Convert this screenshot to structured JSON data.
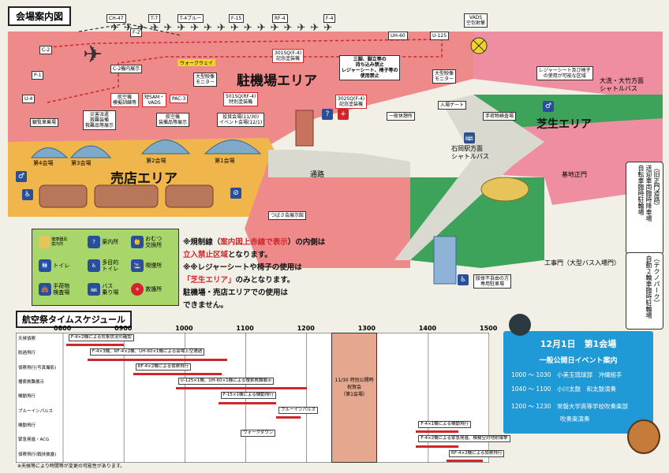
{
  "map": {
    "title": "会場案内図",
    "areas": {
      "apron": "駐機場エリア",
      "shop": "売店エリア",
      "lawn": "芝生エリア",
      "passage": "通路"
    },
    "aircraft": [
      {
        "name": "CH-47"
      },
      {
        "name": "T-7"
      },
      {
        "name": "T-4ブルー"
      },
      {
        "name": "F-15"
      },
      {
        "name": "RF-4"
      },
      {
        "name": "F-4"
      },
      {
        "name": "F-2"
      },
      {
        "name": "UH-60"
      },
      {
        "name": "U-125"
      },
      {
        "name": "C-2"
      },
      {
        "name": "P-1"
      },
      {
        "name": "U-4"
      }
    ],
    "vads": "VADS\n空包射撃",
    "labels": {
      "c2_inside": "C-2機内展示",
      "walkway": "ウォークウェイ",
      "sq501_anniv": "301SQ(F-4)\n記念塗装機",
      "no_entry": "三脚、脚立等の\n持ち込み禁止\nレジャーシート、椅子等の\n使用禁止",
      "monitor1": "大型映像\nモニター",
      "monitor2": "大型映像\nモニター",
      "sq501_special": "501SQ(RF-4)\n特別塗装機",
      "sq302_anniv": "302SQ(F-4)\n記念塗装機",
      "training_moni": "航空機\n模擬訓練等",
      "sam_vads": "短SAM・\nVADS",
      "pac3": "PAC-3",
      "ticket_seat": "投賞会場(11/30)\nイベント会場(12/1)",
      "observe_vehicle": "観覧車乗場",
      "rescue": "災害派遣\n救難装備\n救難品等展示",
      "aircraft_goods": "航空機\n装備品等展示",
      "hall4": "第4会場",
      "hall3": "第3会場",
      "hall2": "第2会場",
      "hall1": "第1会場",
      "gate": "入場ゲート",
      "rest": "一般休憩所",
      "baggage": "手荷物検査場",
      "leisure": "レジャーシート及び椅子\nの使用が可能な区域",
      "shuttle_oarai": "大洗・大竹方面\nシャトルバス",
      "shuttle_ishioka": "石岡駅方面\nシャトルバス",
      "main_gate": "基地正門",
      "tsukuba": "つばさ会展示館",
      "engineering_gate": "工事門（大型バス入場門）",
      "disabled_parking": "肢体不自由の方\n専用駐車場",
      "side_old": "（旧正門道路）\n送迎車両臨時降車場\n自転車臨時駐輪場",
      "side_techno": "（テクノパーク）\n自動２輪車臨時駐輪場"
    },
    "legend": {
      "items": [
        {
          "label": "健康器具\n案内所"
        },
        {
          "label": "案内所"
        },
        {
          "label": "おむつ\n交換所"
        },
        {
          "label": "トイレ"
        },
        {
          "label": "多目的\nトイレ"
        },
        {
          "label": "喫煙所"
        },
        {
          "label": "手荷物\n検査場"
        },
        {
          "label": "バス\n乗り場"
        },
        {
          "label": "救護所"
        }
      ]
    },
    "notes": {
      "line1a": "※規制線（",
      "line1b": "案内図上赤線で表示",
      "line1c": "）の内側は",
      "line2a": "立入禁止区域",
      "line2b": "となります。",
      "line3": "※※レジャーシートや椅子の使用は",
      "line4a": "「芝生エリア」",
      "line4b": "のみとなります。",
      "line5": "駐機場・売店エリアでの使用は",
      "line6": "できません。"
    }
  },
  "schedule": {
    "title": "航空祭タイムスケジュール",
    "hours": [
      "0800",
      "0900",
      "1000",
      "1100",
      "1200",
      "1300",
      "1400",
      "1500"
    ],
    "rows": [
      {
        "label": "天候偵察"
      },
      {
        "label": "航過飛行"
      },
      {
        "label": "偵察飛行(写真撮影)"
      },
      {
        "label": "捜索救難展示"
      },
      {
        "label": "機動飛行"
      },
      {
        "label": "ブルーインパルス"
      },
      {
        "label": "機動飛行"
      },
      {
        "label": "緊急発進・ACG"
      },
      {
        "label": "偵察飛行(戦技披露)"
      }
    ],
    "events": [
      {
        "row": 0,
        "start": 0.05,
        "end": 1.0,
        "text": "F-4×2機による気象状況の確認",
        "name": "event-weather"
      },
      {
        "row": 1,
        "start": 0.4,
        "end": 2.7,
        "text": "F-4×3機、RF-4×2機、UH-60×1機による会場上空通過",
        "name": "event-flyby"
      },
      {
        "row": 2,
        "start": 1.15,
        "end": 2.6,
        "text": "RF-4×2機による偵察飛行",
        "name": "event-recon"
      },
      {
        "row": 3,
        "start": 1.85,
        "end": 4.0,
        "text": "U-125×1機、UH-60×1機による捜索救難展示",
        "name": "event-rescue"
      },
      {
        "row": 4,
        "start": 2.55,
        "end": 3.5,
        "text": "F-15×1機による機動飛行",
        "name": "event-f15"
      },
      {
        "row": 5,
        "start": 3.5,
        "end": 3.9,
        "text": "ブルーインパルス",
        "name": "event-blue"
      },
      {
        "row": 6,
        "start": 5.8,
        "end": 6.5,
        "text": "F-4×1機による機動飛行",
        "name": "event-f4"
      },
      {
        "row": 7,
        "start": 5.8,
        "end": 6.5,
        "text": "F-4×2機による緊急発進、模擬空対地射爆撃",
        "name": "event-scramble"
      },
      {
        "row": 8,
        "start": 6.3,
        "end": 6.9,
        "text": "RF-4×2機による偵察飛行",
        "name": "event-recon2"
      }
    ],
    "walkdown": "ウォークダウン",
    "special_block": "11/30 特別公開時\n祝賀会\n（第1会場）",
    "footnote": "※天候等により時間等が変更の可能性があります。"
  },
  "event_info": {
    "header": "12月1日　第1会場",
    "subtitle": "一般公開日イベント案内",
    "items": [
      {
        "time": "1000 ～ 1030",
        "text": "小美玉琉球部　沖縄組手"
      },
      {
        "time": "1040 ～ 1100",
        "text": "小川太鼓　和太鼓演奏"
      },
      {
        "time": "1200 ～ 1230",
        "text": "常磐大学高等学校吹奏楽部"
      },
      {
        "time": "",
        "text": "吹奏楽演奏"
      }
    ]
  }
}
